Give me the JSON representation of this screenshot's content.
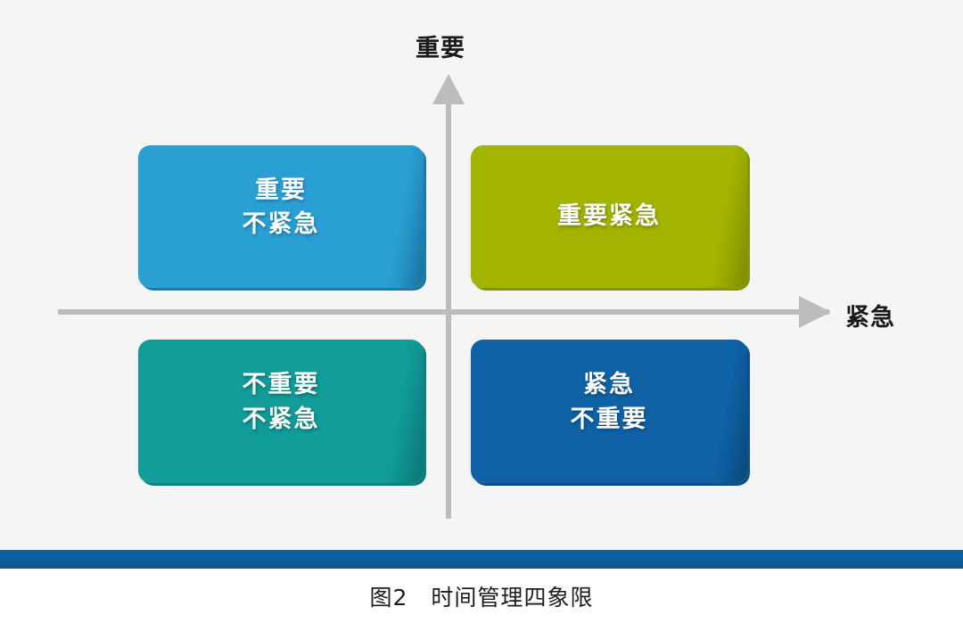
{
  "figure": {
    "caption": "图2　时间管理四象限",
    "background_color": "#f5f5f5",
    "separator_color": "#0a5d9e"
  },
  "axes": {
    "vertical": {
      "label": "重要",
      "meaning": "Important",
      "direction": "up",
      "color": "#bcbcbc"
    },
    "horizontal": {
      "label": "紧急",
      "meaning": "Urgent",
      "direction": "right",
      "color": "#bcbcbc"
    }
  },
  "quadrants": [
    {
      "id": "important-not-urgent",
      "position": "top-left",
      "lines": [
        "重要",
        "不紧急"
      ],
      "color": "#2a9fd4",
      "shadow_color": "#1b7ba8",
      "text_color": "#ffffff"
    },
    {
      "id": "important-urgent",
      "position": "top-right",
      "lines": [
        "重要紧急"
      ],
      "color": "#a2b300",
      "shadow_color": "#87940a",
      "text_color": "#ffffff"
    },
    {
      "id": "not-important-not-urgent",
      "position": "bottom-left",
      "lines": [
        "不重要",
        "不紧急"
      ],
      "color": "#119b99",
      "shadow_color": "#0c7f7e",
      "text_color": "#ffffff"
    },
    {
      "id": "urgent-not-important",
      "position": "bottom-right",
      "lines": [
        "紧急",
        "不重要"
      ],
      "color": "#0f62a6",
      "shadow_color": "#0b5089",
      "text_color": "#ffffff"
    }
  ]
}
